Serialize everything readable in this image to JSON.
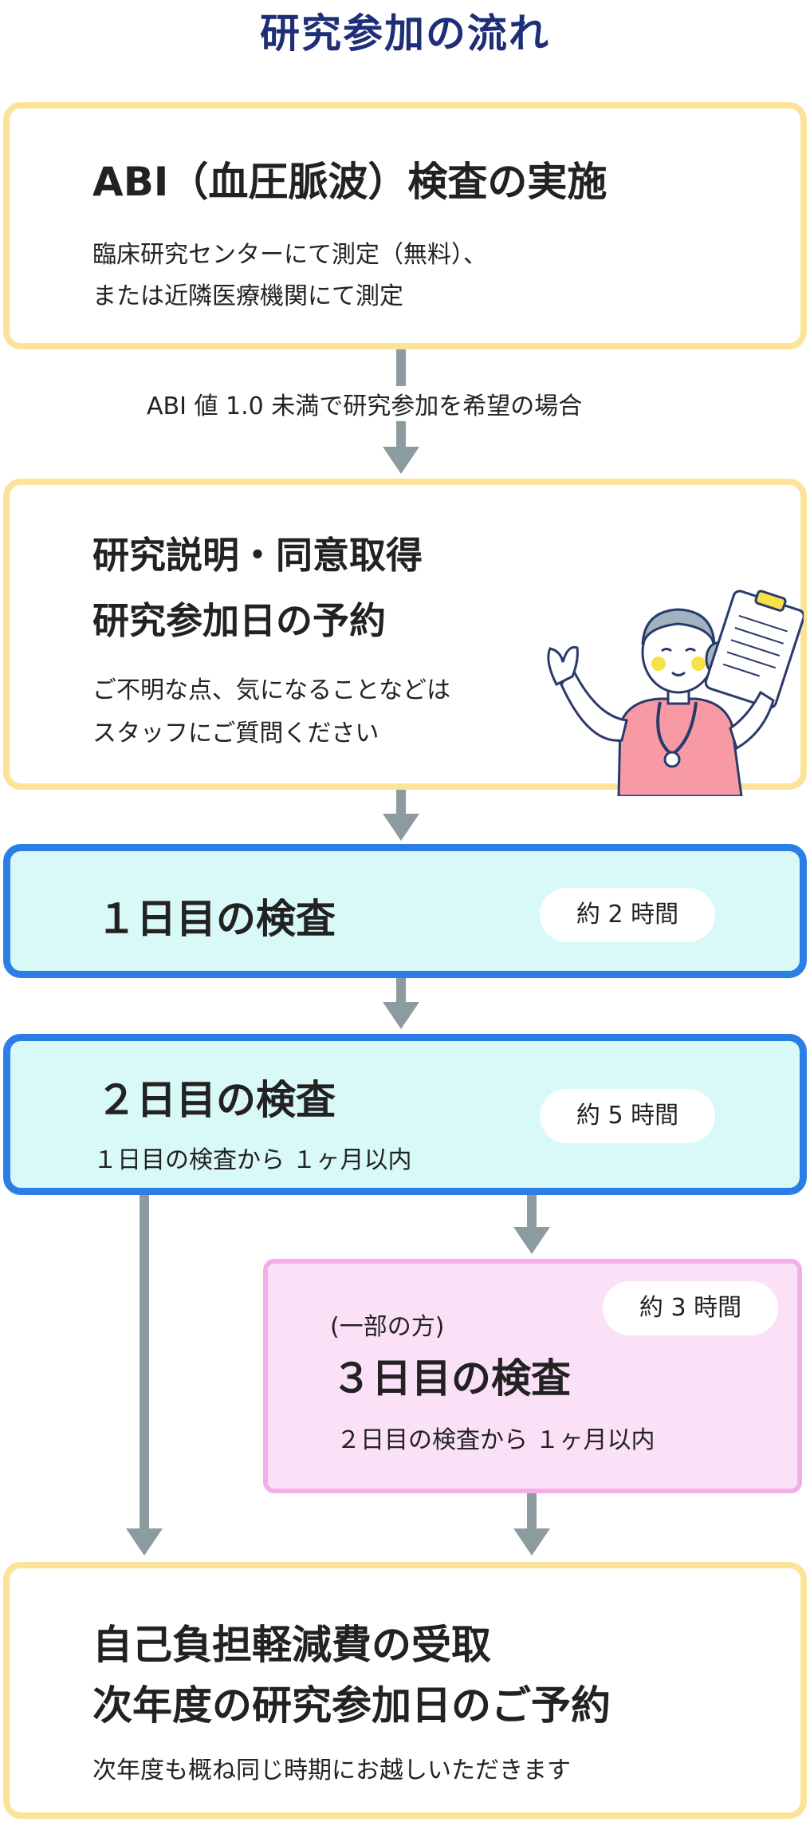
{
  "title": "研究参加の流れ",
  "step1": {
    "heading": "ABI（血圧脈波）検査の実施",
    "line1": "臨床研究センターにて測定（無料）、",
    "line2": "または近隣医療機関にて測定"
  },
  "condition": "ABI 値 1.0 未満で研究参加を希望の場合",
  "step2": {
    "heading1": "研究説明・同意取得",
    "heading2": "研究参加日の予約",
    "line1": "ご不明な点、気になることなどは",
    "line2": "スタッフにご質問ください"
  },
  "step3": {
    "heading": "１日目の検査",
    "duration": "約 2 時間"
  },
  "step4": {
    "heading": "２日目の検査",
    "sub": "１日目の検査から １ヶ月以内",
    "duration": "約 5 時間"
  },
  "step5": {
    "note": "(一部の方)",
    "heading": "３日目の検査",
    "sub": "２日目の検査から １ヶ月以内",
    "duration": "約 3 時間"
  },
  "step6": {
    "heading1": "自己負担軽減費の受取",
    "heading2": "次年度の研究参加日のご予約",
    "line1": "次年度も概ね同じ時期にお越しいただきます"
  },
  "colors": {
    "title": "#1e2e78",
    "yellow_border": "#fbe49a",
    "blue_border": "#2a7ee6",
    "blue_fill": "#d9f8f8",
    "pink_border": "#f3aee8",
    "pink_fill": "#fbe1f8",
    "arrow": "#8c9ba0"
  }
}
